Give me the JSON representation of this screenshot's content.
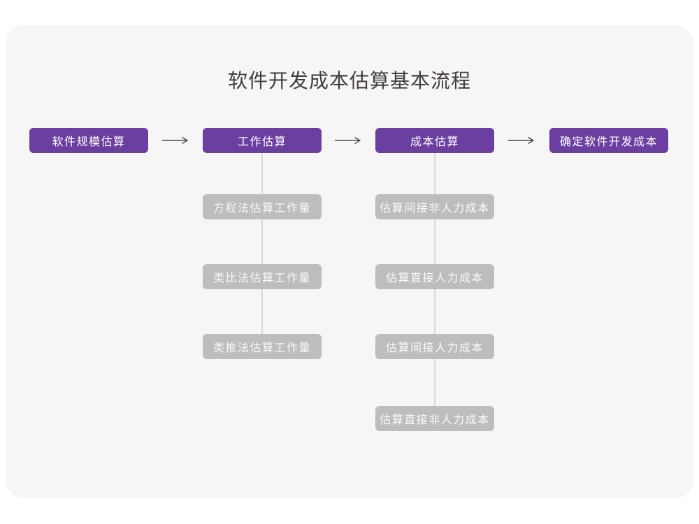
{
  "page": {
    "title": "软件开发成本估算基本流程"
  },
  "flow": {
    "main_steps": [
      {
        "label": "软件规模估算"
      },
      {
        "label": "工作估算"
      },
      {
        "label": "成本估算"
      },
      {
        "label": "确定软件开发成本"
      }
    ],
    "work_substeps": [
      {
        "label": "方程法估算工作量"
      },
      {
        "label": "类比法估算工作量"
      },
      {
        "label": "类推法估算工作量"
      }
    ],
    "cost_substeps": [
      {
        "label": "估算间接非人力成本"
      },
      {
        "label": "估算直接人力成本"
      },
      {
        "label": "估算间接人力成本"
      },
      {
        "label": "估算直接非人力成本"
      }
    ]
  },
  "icons": {
    "step_arrow": "right-arrow"
  },
  "colors": {
    "page_background": "#ffffff",
    "card_background": "#f6f6f7",
    "main_node": "#6a3fa0",
    "main_node_text": "#ffffff",
    "sub_node": "#bdbdbd",
    "sub_node_text": "#fafafa",
    "connector_line": "#d8d8d8",
    "arrow": "#4a4a4a",
    "title_text": "#423c3d"
  }
}
